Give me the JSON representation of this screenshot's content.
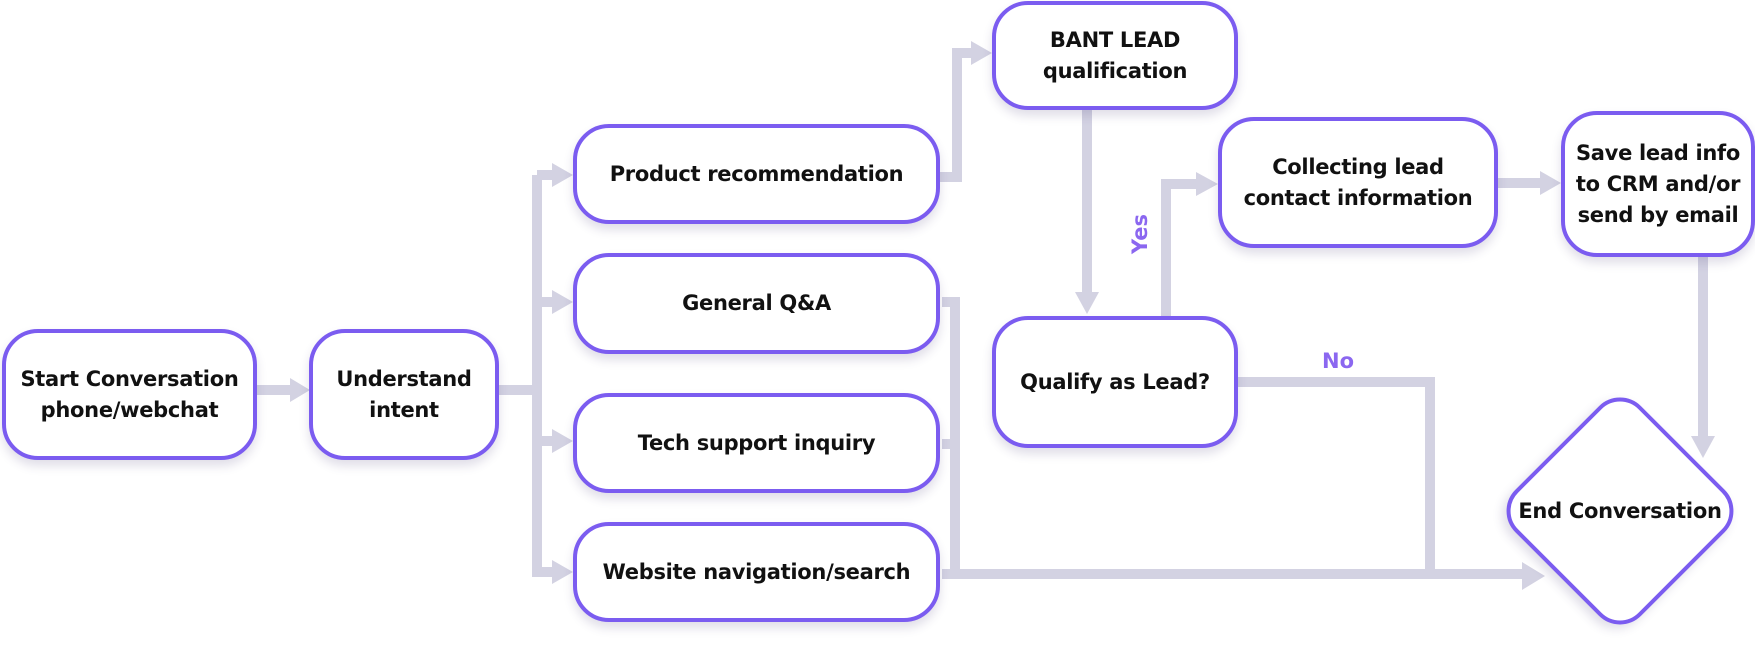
{
  "diagram": {
    "type": "flowchart",
    "colors": {
      "node_border": "#7b5cf0",
      "connector": "#d3d2e2",
      "edge_label": "#8b67f0",
      "text": "#111111"
    },
    "nodes": {
      "start": "Start Conversation\nphone/webchat",
      "intent": "Understand\nintent",
      "product": "Product recommendation",
      "qa": "General Q&A",
      "tech": "Tech support inquiry",
      "website": "Website navigation/search",
      "bant": "BANT LEAD\nqualification",
      "qualify": "Qualify as Lead?",
      "collect": "Collecting lead\ncontact information",
      "save": "Save lead info\nto CRM and/or\nsend by email",
      "end": "End Conversation"
    },
    "edge_labels": {
      "yes": "Yes",
      "no": "No"
    },
    "edges": [
      {
        "from": "start",
        "to": "intent"
      },
      {
        "from": "intent",
        "to": "product"
      },
      {
        "from": "intent",
        "to": "qa"
      },
      {
        "from": "intent",
        "to": "tech"
      },
      {
        "from": "intent",
        "to": "website"
      },
      {
        "from": "product",
        "to": "bant"
      },
      {
        "from": "bant",
        "to": "qualify"
      },
      {
        "from": "qualify",
        "to": "collect",
        "label": "Yes"
      },
      {
        "from": "qualify",
        "to": "end",
        "label": "No"
      },
      {
        "from": "collect",
        "to": "save"
      },
      {
        "from": "save",
        "to": "end"
      },
      {
        "from": "qa",
        "to": "end"
      },
      {
        "from": "tech",
        "to": "end"
      },
      {
        "from": "website",
        "to": "end"
      }
    ]
  }
}
